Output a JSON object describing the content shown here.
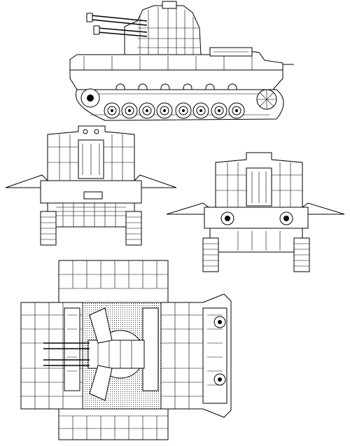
{
  "drawing": {
    "views": [
      {
        "id": "side",
        "icon": "side-elevation-view"
      },
      {
        "id": "front",
        "icon": "front-elevation-view"
      },
      {
        "id": "rear",
        "icon": "rear-elevation-view"
      },
      {
        "id": "top",
        "icon": "plan-view"
      }
    ],
    "colors": {
      "line": "#000000",
      "paper": "#ffffff"
    }
  }
}
